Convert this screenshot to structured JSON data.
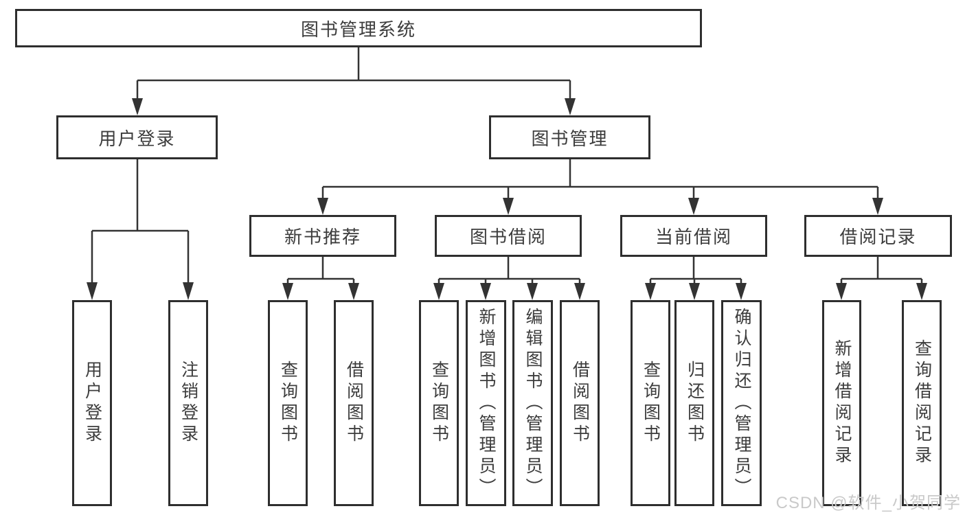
{
  "diagram": {
    "watermark": "CSDN @软件_小贺同学",
    "colors": {
      "line": "#333333",
      "box_border": "#2e2e2e",
      "text": "#3c3c3c",
      "watermark": "#c9c9c9",
      "background": "#ffffff"
    },
    "root": {
      "label": "图书管理系统",
      "children": [
        {
          "label": "用户登录",
          "children": [
            {
              "label": "用户登录"
            },
            {
              "label": "注销登录"
            }
          ]
        },
        {
          "label": "图书管理",
          "children": [
            {
              "label": "新书推荐",
              "children": [
                {
                  "label": "查询图书"
                },
                {
                  "label": "借阅图书"
                }
              ]
            },
            {
              "label": "图书借阅",
              "children": [
                {
                  "label": "查询图书"
                },
                {
                  "label": "新增图书（管理员）"
                },
                {
                  "label": "编辑图书（管理员）"
                },
                {
                  "label": "借阅图书"
                }
              ]
            },
            {
              "label": "当前借阅",
              "children": [
                {
                  "label": "查询图书"
                },
                {
                  "label": "归还图书"
                },
                {
                  "label": "确认归还（管理员）"
                }
              ]
            },
            {
              "label": "借阅记录",
              "children": [
                {
                  "label": "新增借阅记录"
                },
                {
                  "label": "查询借阅记录"
                }
              ]
            }
          ]
        }
      ]
    }
  }
}
